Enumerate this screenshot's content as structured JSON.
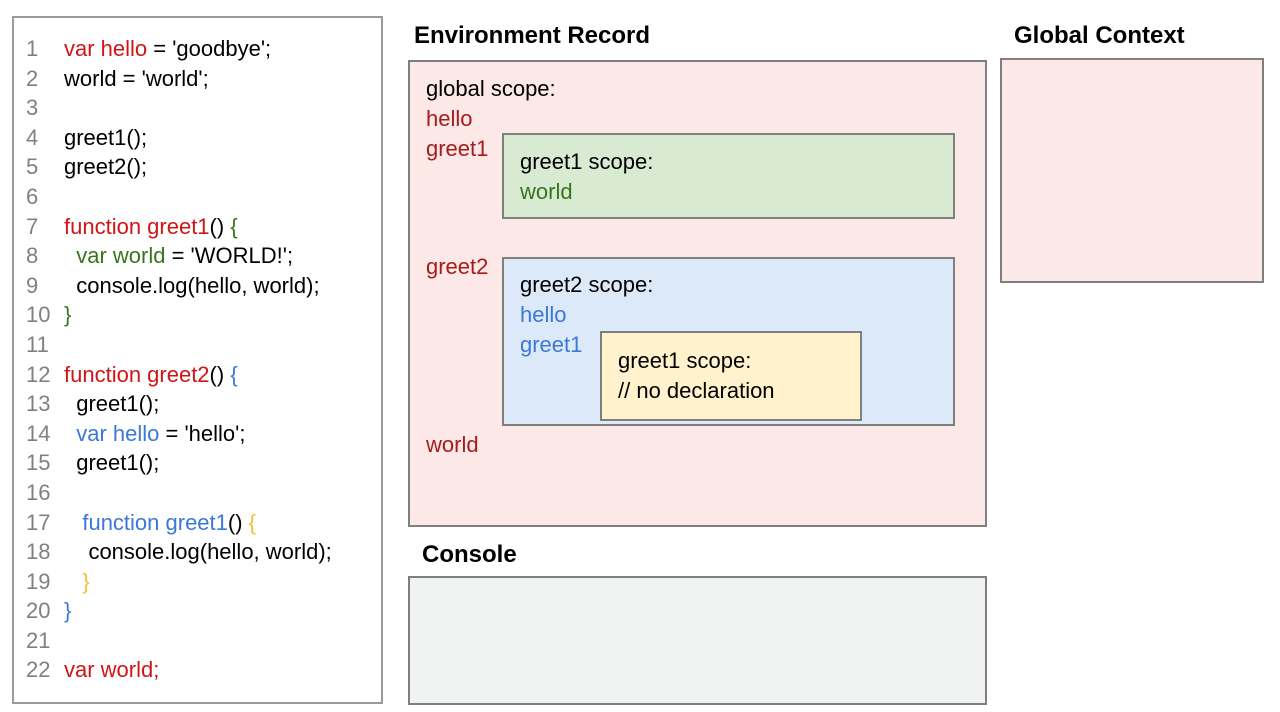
{
  "colors": {
    "red": "#d21414",
    "boxred": "#a61c1c",
    "green": "#38761d",
    "blue": "#3c78d8",
    "yellow": "#f1c232",
    "ink": "#000000",
    "linenum": "#808080",
    "pinkbg": "#fce8e6",
    "greenbg": "#d9ead3",
    "bluebg": "#dce9f8",
    "yellowbg": "#fff2cc",
    "consolebg": "#f1f2f2",
    "border": "#7f7f7f",
    "codeborder": "#9a9a9a"
  },
  "code": {
    "lines": [
      {
        "n": "1",
        "segs": [
          {
            "t": "var hello",
            "c": "red"
          },
          {
            "t": " = 'goodbye';",
            "c": "ink"
          }
        ]
      },
      {
        "n": "2",
        "segs": [
          {
            "t": "world = 'world';",
            "c": "ink"
          }
        ]
      },
      {
        "n": "3",
        "segs": []
      },
      {
        "n": "4",
        "segs": [
          {
            "t": "greet1();",
            "c": "ink"
          }
        ]
      },
      {
        "n": "5",
        "segs": [
          {
            "t": "greet2();",
            "c": "ink"
          }
        ]
      },
      {
        "n": "6",
        "segs": []
      },
      {
        "n": "7",
        "segs": [
          {
            "t": "function greet1",
            "c": "red"
          },
          {
            "t": "() ",
            "c": "ink"
          },
          {
            "t": "{",
            "c": "green"
          }
        ]
      },
      {
        "n": "8",
        "segs": [
          {
            "t": "  ",
            "c": "ink"
          },
          {
            "t": "var world",
            "c": "green"
          },
          {
            "t": " = 'WORLD!';",
            "c": "ink"
          }
        ]
      },
      {
        "n": "9",
        "segs": [
          {
            "t": "  console.log(hello, world);",
            "c": "ink"
          }
        ]
      },
      {
        "n": "10",
        "segs": [
          {
            "t": "}",
            "c": "green"
          }
        ]
      },
      {
        "n": "11",
        "segs": []
      },
      {
        "n": "12",
        "segs": [
          {
            "t": "function greet2",
            "c": "red"
          },
          {
            "t": "() ",
            "c": "ink"
          },
          {
            "t": "{",
            "c": "blue"
          }
        ]
      },
      {
        "n": "13",
        "segs": [
          {
            "t": "  greet1();",
            "c": "ink"
          }
        ]
      },
      {
        "n": "14",
        "segs": [
          {
            "t": "  ",
            "c": "ink"
          },
          {
            "t": "var hello",
            "c": "blue"
          },
          {
            "t": " = 'hello';",
            "c": "ink"
          }
        ]
      },
      {
        "n": "15",
        "segs": [
          {
            "t": "  greet1();",
            "c": "ink"
          }
        ]
      },
      {
        "n": "16",
        "segs": []
      },
      {
        "n": "17",
        "segs": [
          {
            "t": "   ",
            "c": "ink"
          },
          {
            "t": "function greet1",
            "c": "blue"
          },
          {
            "t": "() ",
            "c": "ink"
          },
          {
            "t": "{",
            "c": "yellow"
          }
        ]
      },
      {
        "n": "18",
        "segs": [
          {
            "t": "    console.log(hello, world);",
            "c": "ink"
          }
        ]
      },
      {
        "n": "19",
        "segs": [
          {
            "t": "   ",
            "c": "ink"
          },
          {
            "t": "}",
            "c": "yellow"
          }
        ]
      },
      {
        "n": "20",
        "segs": [
          {
            "t": "}",
            "c": "blue"
          }
        ]
      },
      {
        "n": "21",
        "segs": []
      },
      {
        "n": "22",
        "segs": [
          {
            "t": "var world;",
            "c": "red"
          }
        ]
      }
    ]
  },
  "environment_record": {
    "title": "Environment Record",
    "global_scope": {
      "label": "global scope:",
      "var_hello": "hello",
      "var_greet1": "greet1",
      "var_greet2": "greet2",
      "var_world": "world",
      "greet1_scope": {
        "label": "greet1 scope:",
        "var_world": "world"
      },
      "greet2_scope": {
        "label": "greet2 scope:",
        "var_hello": "hello",
        "var_greet1": "greet1",
        "greet1_scope": {
          "label": "greet1 scope:",
          "comment": "// no declaration"
        }
      }
    }
  },
  "global_context": {
    "title": "Global Context"
  },
  "console_panel": {
    "title": "Console"
  }
}
